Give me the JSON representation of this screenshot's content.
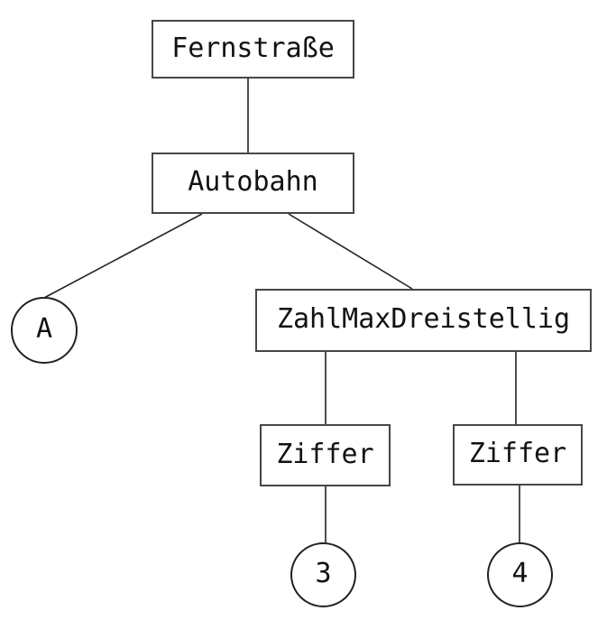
{
  "diagram": {
    "kind": "syntax-tree",
    "colors": {
      "background": "#ffffff",
      "box_border": "#464646",
      "circle_border": "#222222",
      "edge": "#222222",
      "text": "#121212"
    },
    "nodes": [
      {
        "id": "fernstrasse",
        "label": "Fernstraße",
        "shape": "box"
      },
      {
        "id": "autobahn",
        "label": "Autobahn",
        "shape": "box"
      },
      {
        "id": "zahlmaxdreistellig",
        "label": "ZahlMaxDreistellig",
        "shape": "box"
      },
      {
        "id": "ziffer-left",
        "label": "Ziffer",
        "shape": "box"
      },
      {
        "id": "ziffer-right",
        "label": "Ziffer",
        "shape": "box"
      },
      {
        "id": "terminal-a",
        "label": "A",
        "shape": "circle"
      },
      {
        "id": "terminal-3",
        "label": "3",
        "shape": "circle"
      },
      {
        "id": "terminal-4",
        "label": "4",
        "shape": "circle"
      }
    ],
    "edges": [
      {
        "from": "fernstrasse",
        "to": "autobahn"
      },
      {
        "from": "autobahn",
        "to": "terminal-a"
      },
      {
        "from": "autobahn",
        "to": "zahlmaxdreistellig"
      },
      {
        "from": "zahlmaxdreistellig",
        "to": "ziffer-left"
      },
      {
        "from": "zahlmaxdreistellig",
        "to": "ziffer-right"
      },
      {
        "from": "ziffer-left",
        "to": "terminal-3"
      },
      {
        "from": "ziffer-right",
        "to": "terminal-4"
      }
    ]
  }
}
